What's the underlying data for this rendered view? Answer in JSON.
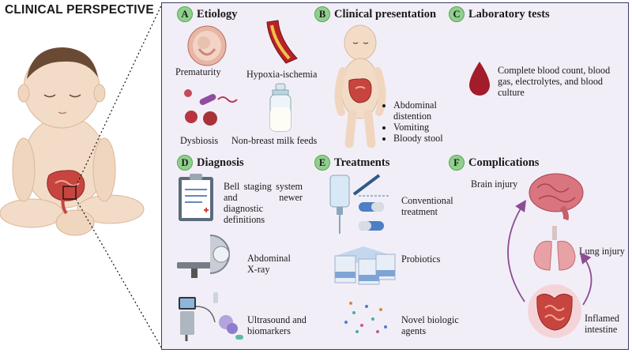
{
  "title": "CLINICAL PERSPECTIVE",
  "sections": {
    "etiology": {
      "letter": "A",
      "heading": "Etiology",
      "items": [
        "Prematurity",
        "Hypoxia-ischemia",
        "Dysbiosis",
        "Non-breast milk feeds"
      ]
    },
    "clinical": {
      "letter": "B",
      "heading": "Clinical presentation",
      "symptoms": [
        "Abdominal distention",
        "Vomiting",
        "Bloody stool"
      ]
    },
    "lab": {
      "letter": "C",
      "heading": "Laboratory tests",
      "text": "Complete blood count, blood gas, electrolytes, and blood culture"
    },
    "diagnosis": {
      "letter": "D",
      "heading": "Diagnosis",
      "items": [
        "Bell staging system and newer diagnostic definitions",
        "Abdominal X-ray",
        "Ultrasound and biomarkers"
      ]
    },
    "treatments": {
      "letter": "E",
      "heading": "Treatments",
      "items": [
        "Conventional treatment",
        "Probiotics",
        "Novel biologic agents"
      ]
    },
    "complications": {
      "letter": "F",
      "heading": "Complications",
      "items": [
        "Brain injury",
        "Lung injury",
        "Inflamed intestine"
      ]
    }
  },
  "colors": {
    "panel_bg": "#f2eef7",
    "letter_badge": "#8fd08c",
    "blood": "#a31c2a",
    "intestine": "#c8453f",
    "skin": "#f3dcc7"
  }
}
